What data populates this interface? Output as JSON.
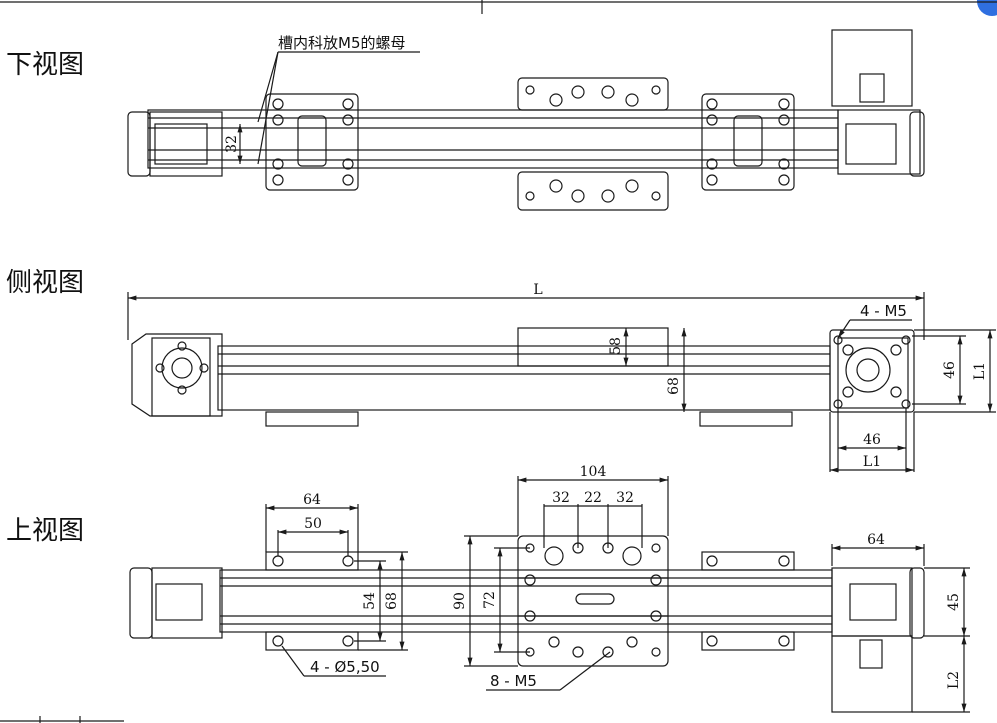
{
  "views": {
    "bottom": "下视图",
    "side": "侧视图",
    "top": "上视图"
  },
  "annotations": {
    "slot_nut_note": "槽内科放M5的螺母",
    "dim_32_small": "32",
    "overall_length": "L",
    "mount_holes": "4 - M5",
    "dim_58": "58",
    "dim_68_side": "68",
    "dim_46_right": "46",
    "dim_L1_right": "L1",
    "dim_46_bottom": "46",
    "dim_L1_bottom": "L1",
    "dim_104": "104",
    "dim_32_a": "32",
    "dim_22": "22",
    "dim_32_b": "32",
    "dim_64_left": "64",
    "dim_50": "50",
    "dim_54": "54",
    "dim_68_top": "68",
    "dim_90": "90",
    "dim_72": "72",
    "dim_64_right": "64",
    "dim_45": "45",
    "dim_L2": "L2",
    "hole_note": "4 - Ø5,50",
    "carriage_note": "8 - M5"
  },
  "colors": {
    "line": "#1a1a1a",
    "accent": "#2f6fe0"
  }
}
